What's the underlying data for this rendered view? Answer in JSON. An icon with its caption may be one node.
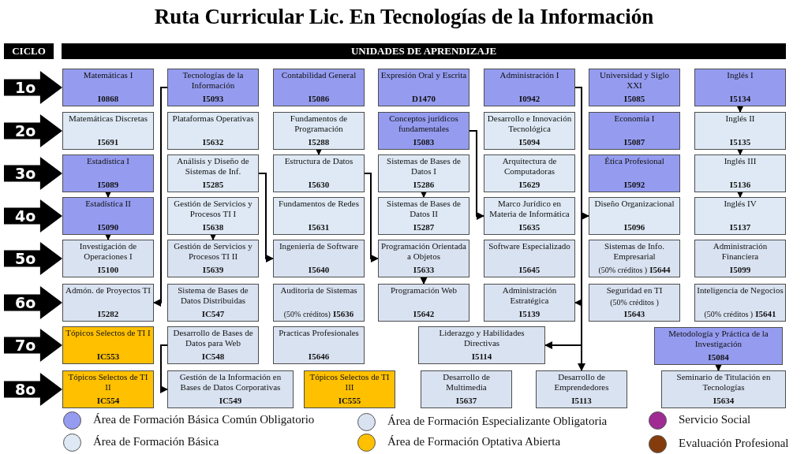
{
  "diagram": {
    "title": "Ruta Curricular Lic. En Tecnologías de la Información",
    "nodes": [
      {
        "text": [
          "CICLO"
        ]
      },
      {
        "text": [
          "UNIDADES DE APRENDIZAJE"
        ]
      },
      {
        "text": [
          "1o"
        ]
      },
      {
        "text": [
          "Matemáticas I",
          "I0868"
        ]
      },
      {
        "text": [
          "Tecnologías de la Información",
          "I5093"
        ]
      },
      {
        "text": [
          "Contabilidad General",
          "I5086"
        ]
      },
      {
        "text": [
          "Expresión Oral y Escrita",
          "D1470"
        ]
      },
      {
        "text": [
          "Administración I",
          "I0942"
        ]
      },
      {
        "text": [
          "Universidad y Siglo XXI",
          "I5085"
        ]
      },
      {
        "text": [
          "Inglés I",
          "I5134"
        ]
      },
      {
        "text": [
          "2o"
        ]
      },
      {
        "text": [
          "Matemáticas Discretas",
          "I5691"
        ]
      },
      {
        "text": [
          "Plataformas Operativas",
          "I5632"
        ]
      },
      {
        "text": [
          "Fundamentos de Programación",
          "I5288"
        ]
      },
      {
        "text": [
          "Conceptos jurídicos fundamentales",
          "I5083"
        ]
      },
      {
        "text": [
          "Desarrollo e Innovación Tecnológica",
          "I5094"
        ]
      },
      {
        "text": [
          "Economía I",
          "I5087"
        ]
      },
      {
        "text": [
          "Inglés II",
          "I5135"
        ]
      },
      {
        "text": [
          "3o"
        ]
      },
      {
        "text": [
          "Estadística I",
          "I5089"
        ]
      },
      {
        "text": [
          "Análisis y Diseño de Sistemas de Inf.",
          "I5285"
        ]
      },
      {
        "text": [
          "Estructura de Datos",
          "I5630"
        ]
      },
      {
        "text": [
          "Sistemas de Bases de Datos I",
          "I5286"
        ]
      },
      {
        "text": [
          "Arquitectura de Computadoras",
          "I5629"
        ]
      },
      {
        "text": [
          "Ética Profesional",
          "I5092"
        ]
      },
      {
        "text": [
          "Inglés III",
          "I5136"
        ]
      },
      {
        "text": [
          "4o"
        ]
      },
      {
        "text": [
          "Estadística II",
          "I5090"
        ]
      },
      {
        "text": [
          "Gestión de Servicios y Procesos TI I",
          "I5638"
        ]
      },
      {
        "text": [
          "Fundamentos de Redes",
          "I5631"
        ]
      },
      {
        "text": [
          "Sistemas de Bases de Datos II",
          "I5287"
        ]
      },
      {
        "text": [
          "Marco Jurídico en Materia de Informática",
          "I5635"
        ]
      },
      {
        "text": [
          "Diseño Organizacional",
          "I5096"
        ]
      },
      {
        "text": [
          "Inglés IV",
          "I5137"
        ]
      },
      {
        "text": [
          "5o"
        ]
      },
      {
        "text": [
          "Investigación de Operaciones I",
          "I5100"
        ]
      },
      {
        "text": [
          "Gestión de Servicios y Procesos TI II",
          "I5639"
        ]
      },
      {
        "text": [
          "Ingeniería de Software",
          "I5640"
        ]
      },
      {
        "text": [
          "Programación Orientada a Objetos",
          "I5633"
        ]
      },
      {
        "text": [
          "Software Especializado",
          "I5645"
        ]
      },
      {
        "text": [
          "Sistemas de Info. Empresarial",
          "(50% créditos )",
          "I5644"
        ]
      },
      {
        "text": [
          "Administración Financiera",
          "I5099"
        ]
      },
      {
        "text": [
          "6o"
        ]
      },
      {
        "text": [
          "Admón. de Proyectos TI",
          "I5282"
        ]
      },
      {
        "text": [
          "Sistema de Bases de Datos Distribuidas",
          "IC547"
        ]
      },
      {
        "text": [
          "Auditoria de Sistemas",
          "(50% créditos)",
          "I5636"
        ]
      },
      {
        "text": [
          "Programación Web",
          "I5642"
        ]
      },
      {
        "text": [
          "Administración Estratégica",
          "I5139"
        ]
      },
      {
        "text": [
          "Seguridad en TI",
          "(50% créditos )",
          "I5643"
        ]
      },
      {
        "text": [
          "Inteligencia de Negocios",
          "(50% créditos )",
          "I5641"
        ]
      },
      {
        "text": [
          "7o"
        ]
      },
      {
        "text": [
          "Tópicos Selectos de TI I",
          "IC553"
        ]
      },
      {
        "text": [
          "Desarrollo de Bases de Datos para Web",
          "IC548"
        ]
      },
      {
        "text": [
          "Practicas Profesionales",
          "I5646"
        ]
      },
      {
        "text": [
          "Liderazgo y Habilidades Directivas",
          "I5114"
        ]
      },
      {
        "text": [
          "Metodología y Práctica de la Investigación",
          "I5084"
        ]
      },
      {
        "text": [
          "8o"
        ]
      },
      {
        "text": [
          "Tópicos Selectos de TI II",
          "IC554"
        ]
      },
      {
        "text": [
          "Gestión de la Información en Bases de Datos Corporativas",
          "IC549"
        ]
      },
      {
        "text": [
          "Tópicos Selectos de TI III",
          "IC555"
        ]
      },
      {
        "text": [
          "Desarrollo de Multimedia",
          "I5637"
        ]
      },
      {
        "text": [
          "Desarrollo de Emprendedores",
          "I5113"
        ]
      },
      {
        "text": [
          "Seminario de Titulación en Tecnologías",
          "I5634"
        ]
      }
    ],
    "edges": [
      {
        "from": 19,
        "to": 27,
        "arrow": "to"
      },
      {
        "from": 27,
        "to": 35,
        "arrow": "to"
      },
      {
        "from": 4,
        "to": 43,
        "arrow": "to"
      },
      {
        "from": 20,
        "to": 37,
        "arrow": "to"
      },
      {
        "from": 28,
        "to": 36,
        "arrow": "to"
      },
      {
        "from": 52,
        "to": 58,
        "arrow": "to"
      },
      {
        "from": 13,
        "to": 21,
        "arrow": "to"
      },
      {
        "from": 21,
        "to": 38,
        "arrow": "to"
      },
      {
        "from": 22,
        "to": 30,
        "arrow": "to"
      },
      {
        "from": 38,
        "to": 46,
        "arrow": "to"
      },
      {
        "from": 14,
        "to": 31,
        "arrow": "to"
      },
      {
        "from": 7,
        "to": 32,
        "arrow": "to"
      },
      {
        "from": 7,
        "to": 47,
        "arrow": "to"
      },
      {
        "from": 7,
        "to": 54,
        "arrow": "to"
      },
      {
        "from": 7,
        "to": 61,
        "arrow": "to"
      },
      {
        "from": 9,
        "to": 17,
        "arrow": "to"
      },
      {
        "from": 17,
        "to": 25,
        "arrow": "to"
      },
      {
        "from": 25,
        "to": 33,
        "arrow": "to"
      },
      {
        "from": 55,
        "to": 62,
        "arrow": "to"
      }
    ],
    "legend": [
      {
        "text": "Área de Formación Básica Común Obligatorio",
        "color": "#959cf0"
      },
      {
        "text": "Área de Formación Especializante Obligatoria",
        "color": "#d9e2f1"
      },
      {
        "text": "Servicio Social",
        "color": "#a02b93"
      },
      {
        "text": "Área de Formación Básica",
        "color": "#dee9f5"
      },
      {
        "text": "Área de Formación Optativa Abierta",
        "color": "#ffc000"
      },
      {
        "text": "Evaluación Profesional",
        "color": "#843c0c"
      }
    ]
  }
}
